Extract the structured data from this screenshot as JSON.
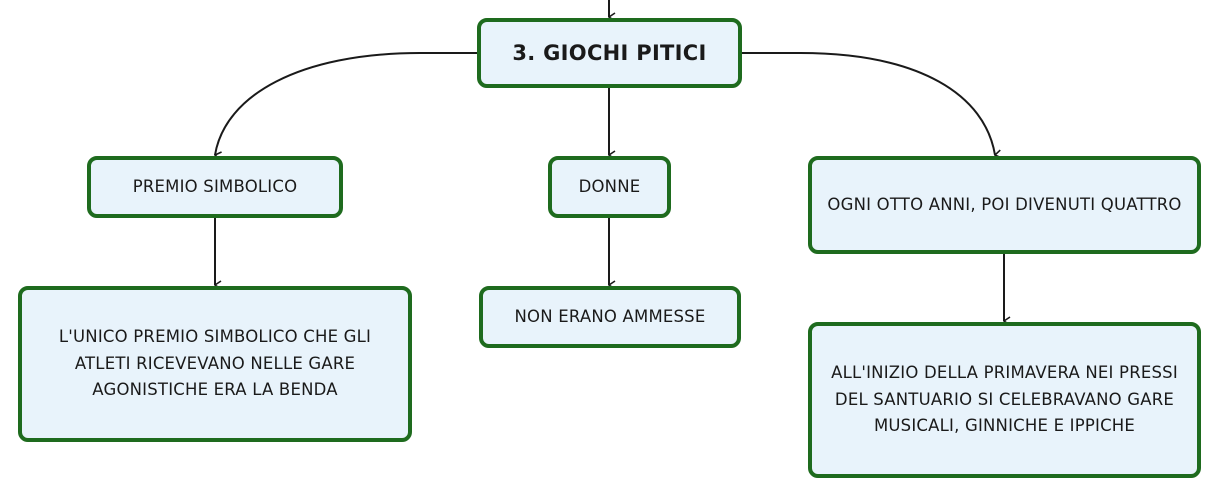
{
  "diagram": {
    "root": {
      "label": "3. GIOCHI PITICI"
    },
    "branches": [
      {
        "label": "PREMIO SIMBOLICO",
        "detail": "L'UNICO PREMIO SIMBOLICO CHE GLI ATLETI RICEVEVANO NELLE GARE AGONISTICHE ERA LA BENDA"
      },
      {
        "label": "DONNE",
        "detail": "NON ERANO AMMESSE"
      },
      {
        "label": "OGNI OTTO ANNI, POI DIVENUTI QUATTRO",
        "detail": "ALL'INIZIO DELLA PRIMAVERA NEI PRESSI DEL SANTUARIO SI CELEBRAVANO GARE MUSICALI, GINNICHE E IPPICHE"
      }
    ]
  },
  "colors": {
    "node_fill": "#e8f3fb",
    "node_border": "#1e6b1e",
    "connector": "#1a1a1a",
    "text": "#1a1a1a"
  }
}
